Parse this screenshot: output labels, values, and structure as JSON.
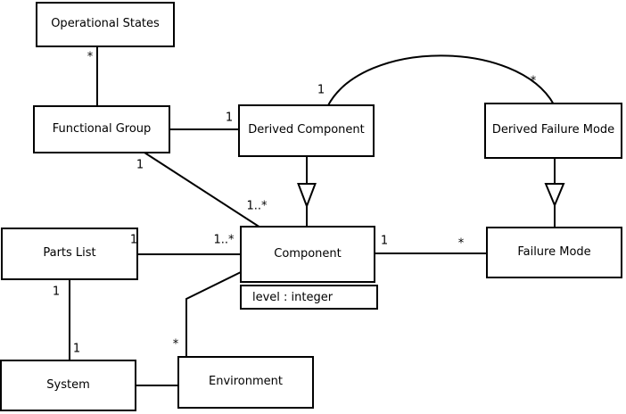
{
  "diagram": {
    "classes": [
      {
        "name": "Operational States"
      },
      {
        "name": "Functional Group"
      },
      {
        "name": "Derived Component"
      },
      {
        "name": "Derived Failure Mode"
      },
      {
        "name": "Parts List"
      },
      {
        "name": "Component",
        "attributes": [
          "level : integer"
        ]
      },
      {
        "name": "Failure Mode"
      },
      {
        "name": "System"
      },
      {
        "name": "Environment"
      }
    ],
    "associations": [
      {
        "a": "Operational States",
        "b": "Functional Group",
        "a_label": "*"
      },
      {
        "a": "Functional Group",
        "b": "Derived Component",
        "b_label": "1"
      },
      {
        "a": "Functional Group",
        "b": "Component",
        "a_label": "1",
        "b_label": "1..*"
      },
      {
        "a": "Derived Component",
        "b": "Derived Failure Mode",
        "a_label": "1",
        "b_label": "*"
      },
      {
        "a": "Parts List",
        "b": "Component",
        "a_label": "1",
        "b_label": "1..*"
      },
      {
        "a": "Component",
        "b": "Failure Mode",
        "a_label": "1",
        "b_label": "*"
      },
      {
        "a": "Parts List",
        "b": "System",
        "a_label": "1",
        "b_label": "1"
      },
      {
        "a": "Component",
        "b": "Environment",
        "b_label": "*"
      },
      {
        "a": "System",
        "b": "Environment"
      }
    ],
    "generalizations": [
      {
        "sub": "Derived Component",
        "super": "Component"
      },
      {
        "sub": "Derived Failure Mode",
        "super": "Failure Mode"
      }
    ],
    "colors": {
      "line": "#000000",
      "background": "#ffffff",
      "box_fill": "#ffffff"
    }
  }
}
